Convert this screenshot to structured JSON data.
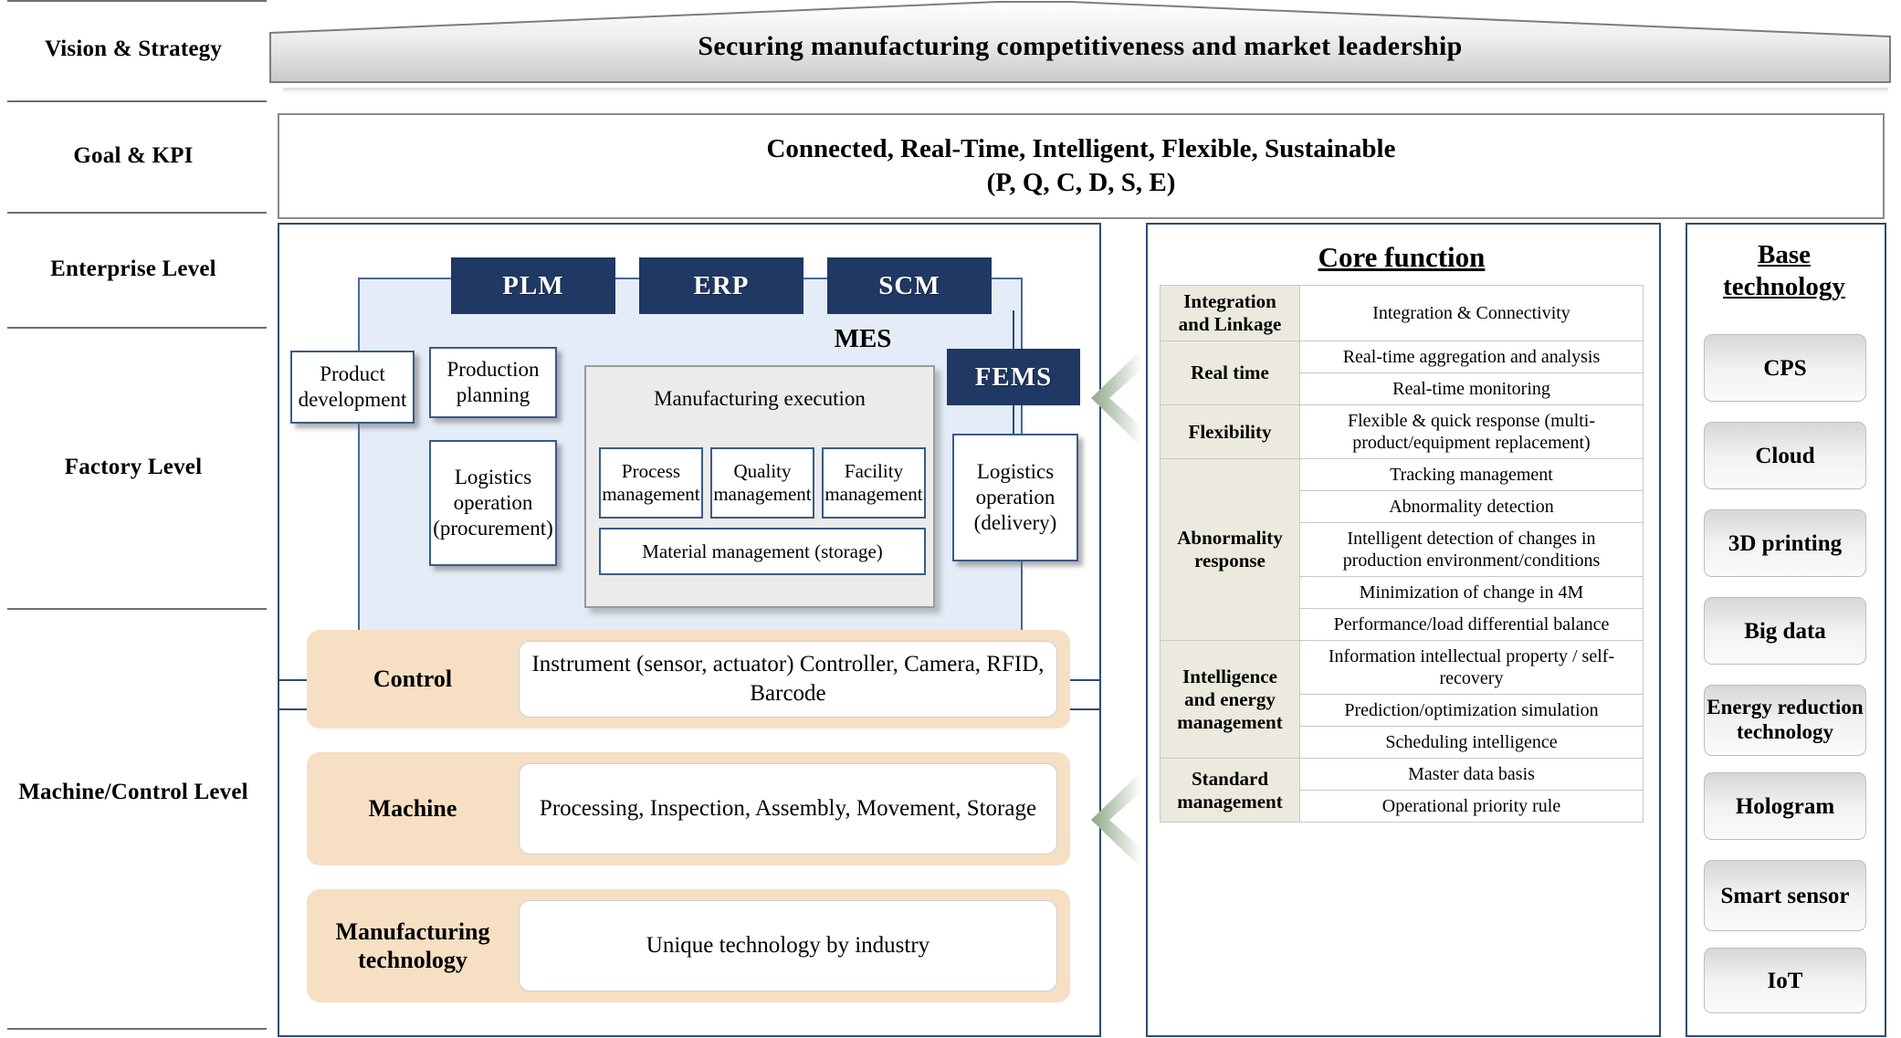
{
  "levels": [
    {
      "label": "Vision & Strategy"
    },
    {
      "label": "Goal & KPI"
    },
    {
      "label": "Enterprise Level"
    },
    {
      "label": "Factory Level"
    },
    {
      "label": "Machine/Control\nLevel"
    }
  ],
  "level_labels": {
    "vision": "Vision & Strategy",
    "goal": "Goal & KPI",
    "enterprise": "Enterprise Level",
    "factory": "Factory Level",
    "machine": "Machine/Control Level"
  },
  "banner": {
    "text": "Securing manufacturing competitiveness and market leadership"
  },
  "goal": {
    "line1": "Connected, Real-Time, Intelligent, Flexible, Sustainable",
    "line2": "(P, Q, C, D, S, E)"
  },
  "enterprise": {
    "tags": [
      "PLM",
      "ERP",
      "SCM"
    ],
    "plm": "PLM",
    "erp": "ERP",
    "scm": "SCM",
    "fems": "FEMS"
  },
  "factory": {
    "product_development": "Product development",
    "production_planning": "Production planning",
    "logistics_procurement": "Logistics operation (procurement)",
    "logistics_delivery": "Logistics operation (delivery)",
    "mes_label": "MES",
    "mes_title": "Manufacturing execution",
    "mes_sub": [
      "Process management",
      "Quality management",
      "Facility management",
      "Material management (storage)"
    ]
  },
  "machine_rows": [
    {
      "label": "Control",
      "body": "Instrument (sensor, actuator) Controller, Camera, RFID, Barcode"
    },
    {
      "label": "Machine",
      "body": "Processing, Inspection, Assembly, Movement, Storage"
    },
    {
      "label": "Manufacturing technology",
      "body": "Unique technology by industry"
    }
  ],
  "core_function": {
    "title": "Core function",
    "rows": [
      {
        "category": "Integration and Linkage",
        "items": [
          "Integration  & Connectivity"
        ]
      },
      {
        "category": "Real time",
        "items": [
          "Real-time  aggregation  and analysis",
          "Real-time  monitoring"
        ]
      },
      {
        "category": "Flexibility",
        "items": [
          "Flexible  & quick response (multi-product/equipment  replacement)"
        ]
      },
      {
        "category": "Abnormality response",
        "items": [
          "Tracking  management",
          "Abnormality  detection",
          "Intelligent  detection  of changes in production environment/conditions",
          "Minimization  of change in 4M",
          "Performance/load  differential balance"
        ]
      },
      {
        "category": "Intelligence and energy management",
        "items": [
          "Information  intellectual  property / self-recovery",
          "Prediction/optimization  simulation",
          "Scheduling  intelligence"
        ]
      },
      {
        "category": "Standard management",
        "items": [
          "Master data basis",
          "Operational  priority  rule"
        ]
      }
    ]
  },
  "base_technology": {
    "title_line1": "Base",
    "title_line2": "technology",
    "items": [
      "CPS",
      "Cloud",
      "3D printing",
      "Big data",
      "Energy reduction technology",
      "Hologram",
      "Smart sensor",
      "IoT"
    ]
  },
  "colors": {
    "navy": "#1f3864",
    "panel_border": "#2f4b72",
    "enterprise_fill": "#e4ecf7",
    "peach": "#f7dfc3",
    "core_cat_fill": "#eceade",
    "chevron": "#c3d1bd"
  }
}
